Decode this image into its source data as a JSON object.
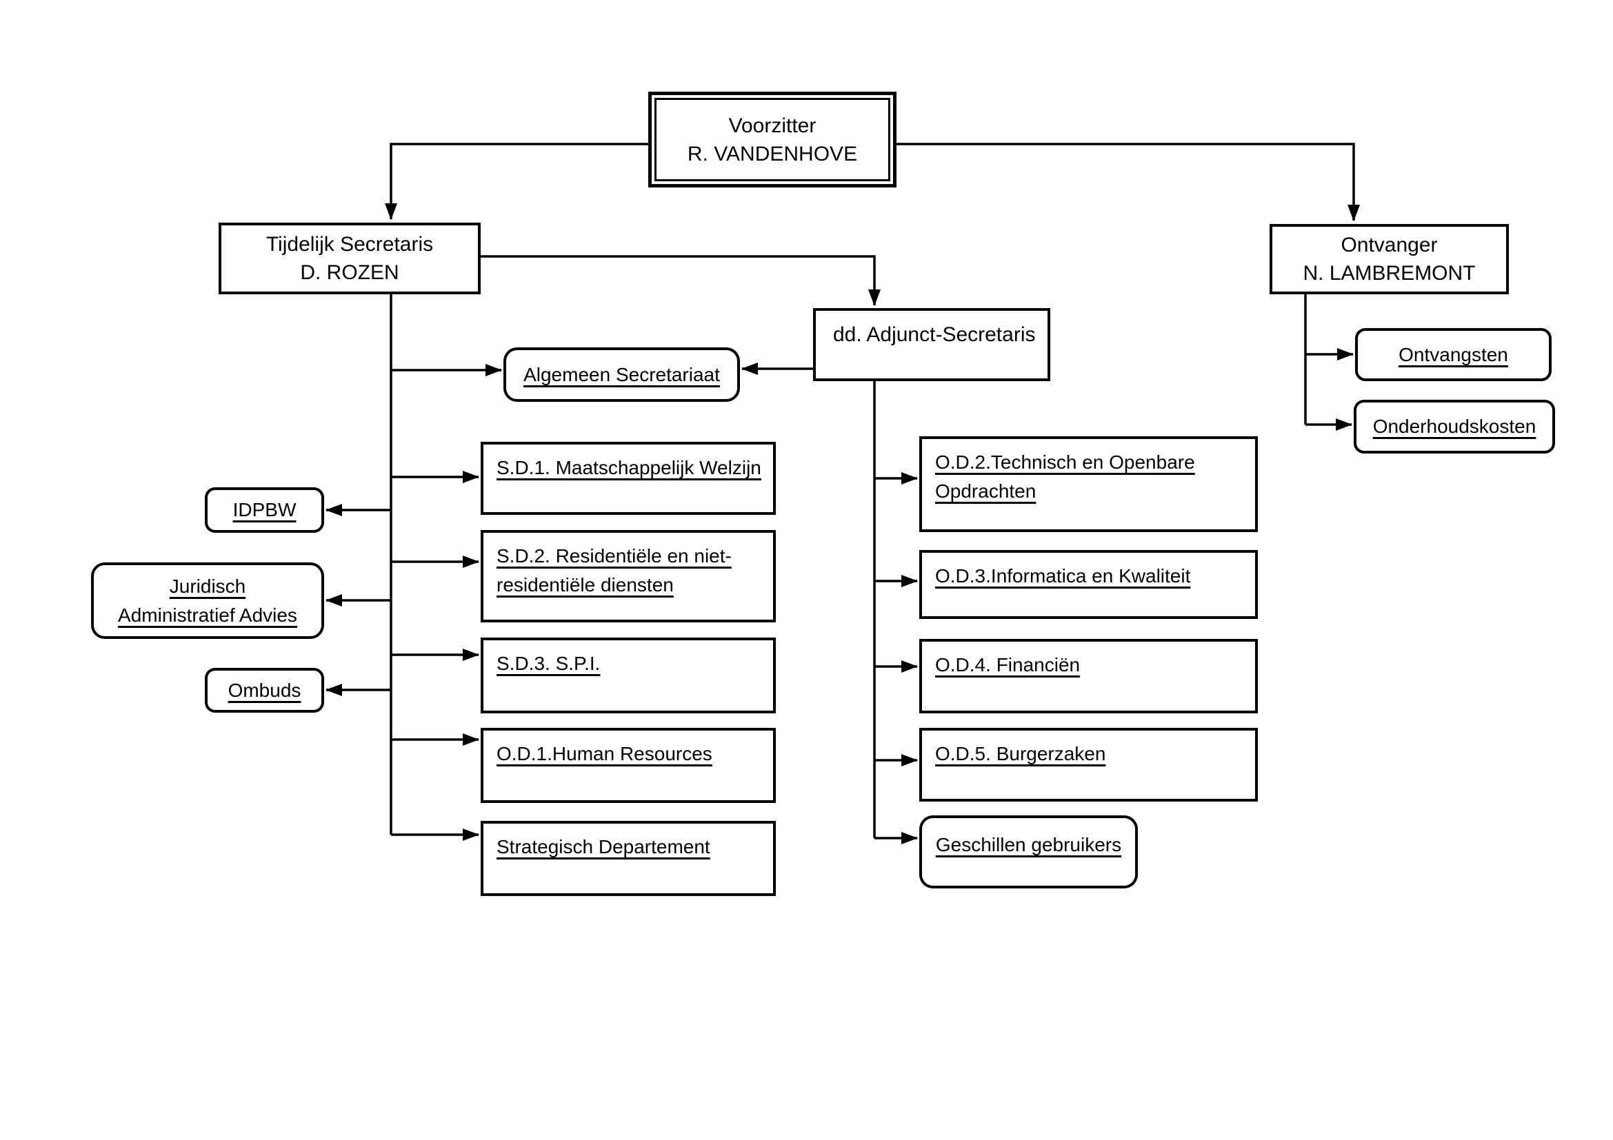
{
  "diagram": {
    "type": "org-chart",
    "colors": {
      "line": "#000000",
      "box_border": "#000000",
      "background": "#ffffff",
      "text": "#000000"
    },
    "nodes": {
      "voorzitter": {
        "lines": [
          "Voorzitter",
          "R. VANDENHOVE"
        ]
      },
      "secretaris": {
        "lines": [
          "Tijdelijk Secretaris",
          "D. ROZEN"
        ]
      },
      "ontvanger": {
        "lines": [
          "Ontvanger",
          "N. LAMBREMONT"
        ]
      },
      "adjunct": {
        "label": "dd. Adjunct-Secretaris"
      },
      "algemeen": {
        "label": "Algemeen Secretariaat"
      },
      "sd1": {
        "label": "S.D.1. Maatschappelijk Welzijn"
      },
      "sd2": {
        "lines": [
          "S.D.2. Residentiële en niet-",
          "residentiële diensten"
        ]
      },
      "sd3": {
        "label": "S.D.3. S.P.I."
      },
      "od1": {
        "label": "O.D.1.Human Resources"
      },
      "strategisch": {
        "label": "Strategisch Departement"
      },
      "idpbw": {
        "label": "IDPBW"
      },
      "juridisch": {
        "lines": [
          "Juridisch",
          "Administratief Advies"
        ]
      },
      "ombuds": {
        "label": "Ombuds"
      },
      "od2": {
        "lines": [
          "O.D.2.Technisch en Openbare",
          "Opdrachten"
        ]
      },
      "od3": {
        "label": "O.D.3.Informatica en Kwaliteit"
      },
      "od4": {
        "label": "O.D.4. Financiën"
      },
      "od5": {
        "label": "O.D.5. Burgerzaken"
      },
      "geschillen": {
        "label": "Geschillen gebruikers"
      },
      "ontvangsten": {
        "label": "Ontvangsten"
      },
      "onderhoudskosten": {
        "label": "Onderhoudskosten"
      }
    },
    "edges": [
      {
        "from": "voorzitter",
        "to": "secretaris"
      },
      {
        "from": "voorzitter",
        "to": "ontvanger"
      },
      {
        "from": "secretaris",
        "to": "adjunct"
      },
      {
        "from": "secretaris",
        "to": "algemeen"
      },
      {
        "from": "adjunct",
        "to": "algemeen"
      },
      {
        "from": "secretaris",
        "to": "sd1"
      },
      {
        "from": "secretaris",
        "to": "sd2"
      },
      {
        "from": "secretaris",
        "to": "sd3"
      },
      {
        "from": "secretaris",
        "to": "od1"
      },
      {
        "from": "secretaris",
        "to": "strategisch"
      },
      {
        "from": "secretaris",
        "to": "idpbw"
      },
      {
        "from": "secretaris",
        "to": "juridisch"
      },
      {
        "from": "secretaris",
        "to": "ombuds"
      },
      {
        "from": "adjunct",
        "to": "od2"
      },
      {
        "from": "adjunct",
        "to": "od3"
      },
      {
        "from": "adjunct",
        "to": "od4"
      },
      {
        "from": "adjunct",
        "to": "od5"
      },
      {
        "from": "adjunct",
        "to": "geschillen"
      },
      {
        "from": "ontvanger",
        "to": "ontvangsten"
      },
      {
        "from": "ontvanger",
        "to": "onderhoudskosten"
      }
    ]
  }
}
